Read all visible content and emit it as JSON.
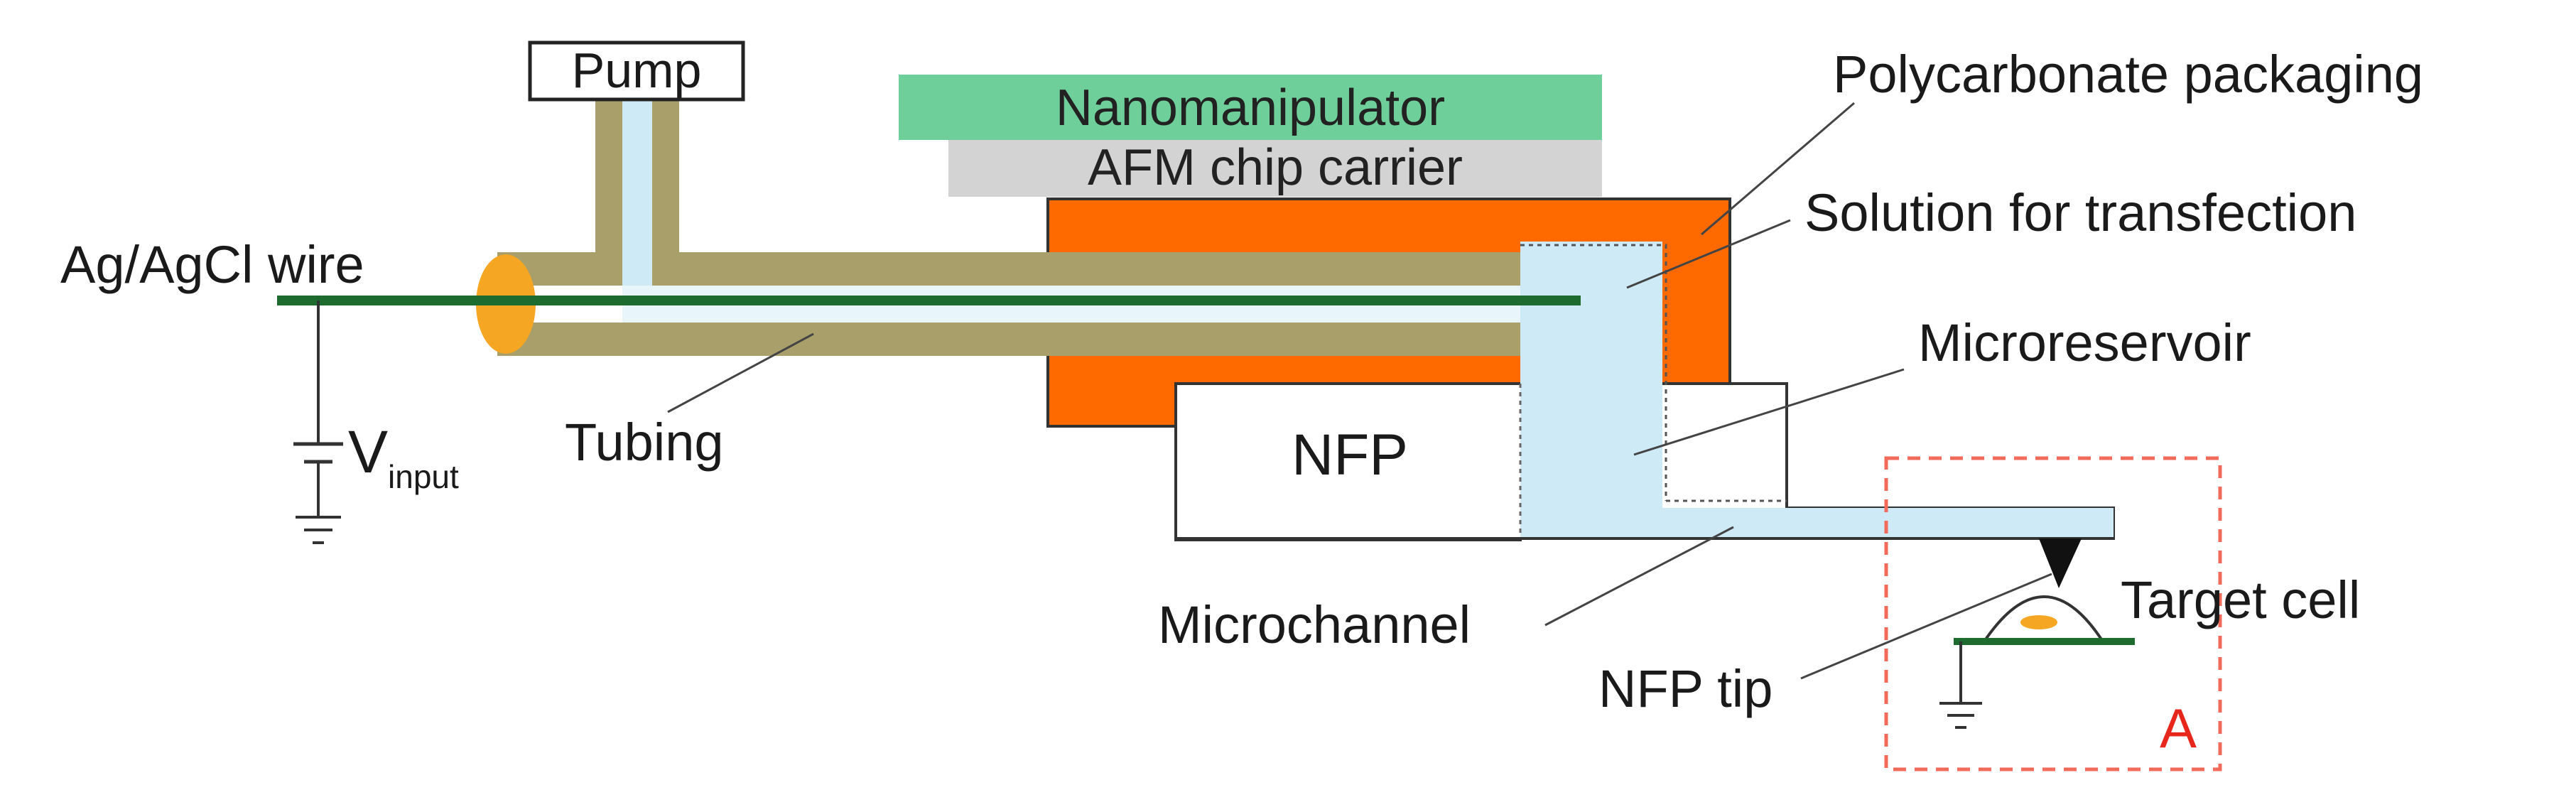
{
  "labels": {
    "pump": "Pump",
    "nanomanipulator": "Nanomanipulator",
    "afm_chip_carrier": "AFM chip carrier",
    "polycarbonate_packaging": "Polycarbonate packaging",
    "solution_for_transfection": "Solution for transfection",
    "microreservoir": "Microreservoir",
    "ag_agcl_wire": "Ag/AgCl wire",
    "tubing": "Tubing",
    "v_main": "V",
    "v_sub": "input",
    "nfp": "NFP",
    "microchannel": "Microchannel",
    "nfp_tip": "NFP tip",
    "target_cell": "Target cell",
    "inset_label": "A"
  },
  "colors": {
    "nanomanipulator": "#6fcf9b",
    "afm_chip_carrier": "#d3d3d3",
    "polycarbonate": "#ff6a00",
    "tubing": "#a89f6a",
    "solution": "#cfeaf7",
    "wire": "#1d6b2e",
    "electrode_cap": "#f5a623",
    "inset_border": "#f26a5a",
    "inset_label": "#e8271c",
    "cell_nucleus": "#f5a623"
  }
}
